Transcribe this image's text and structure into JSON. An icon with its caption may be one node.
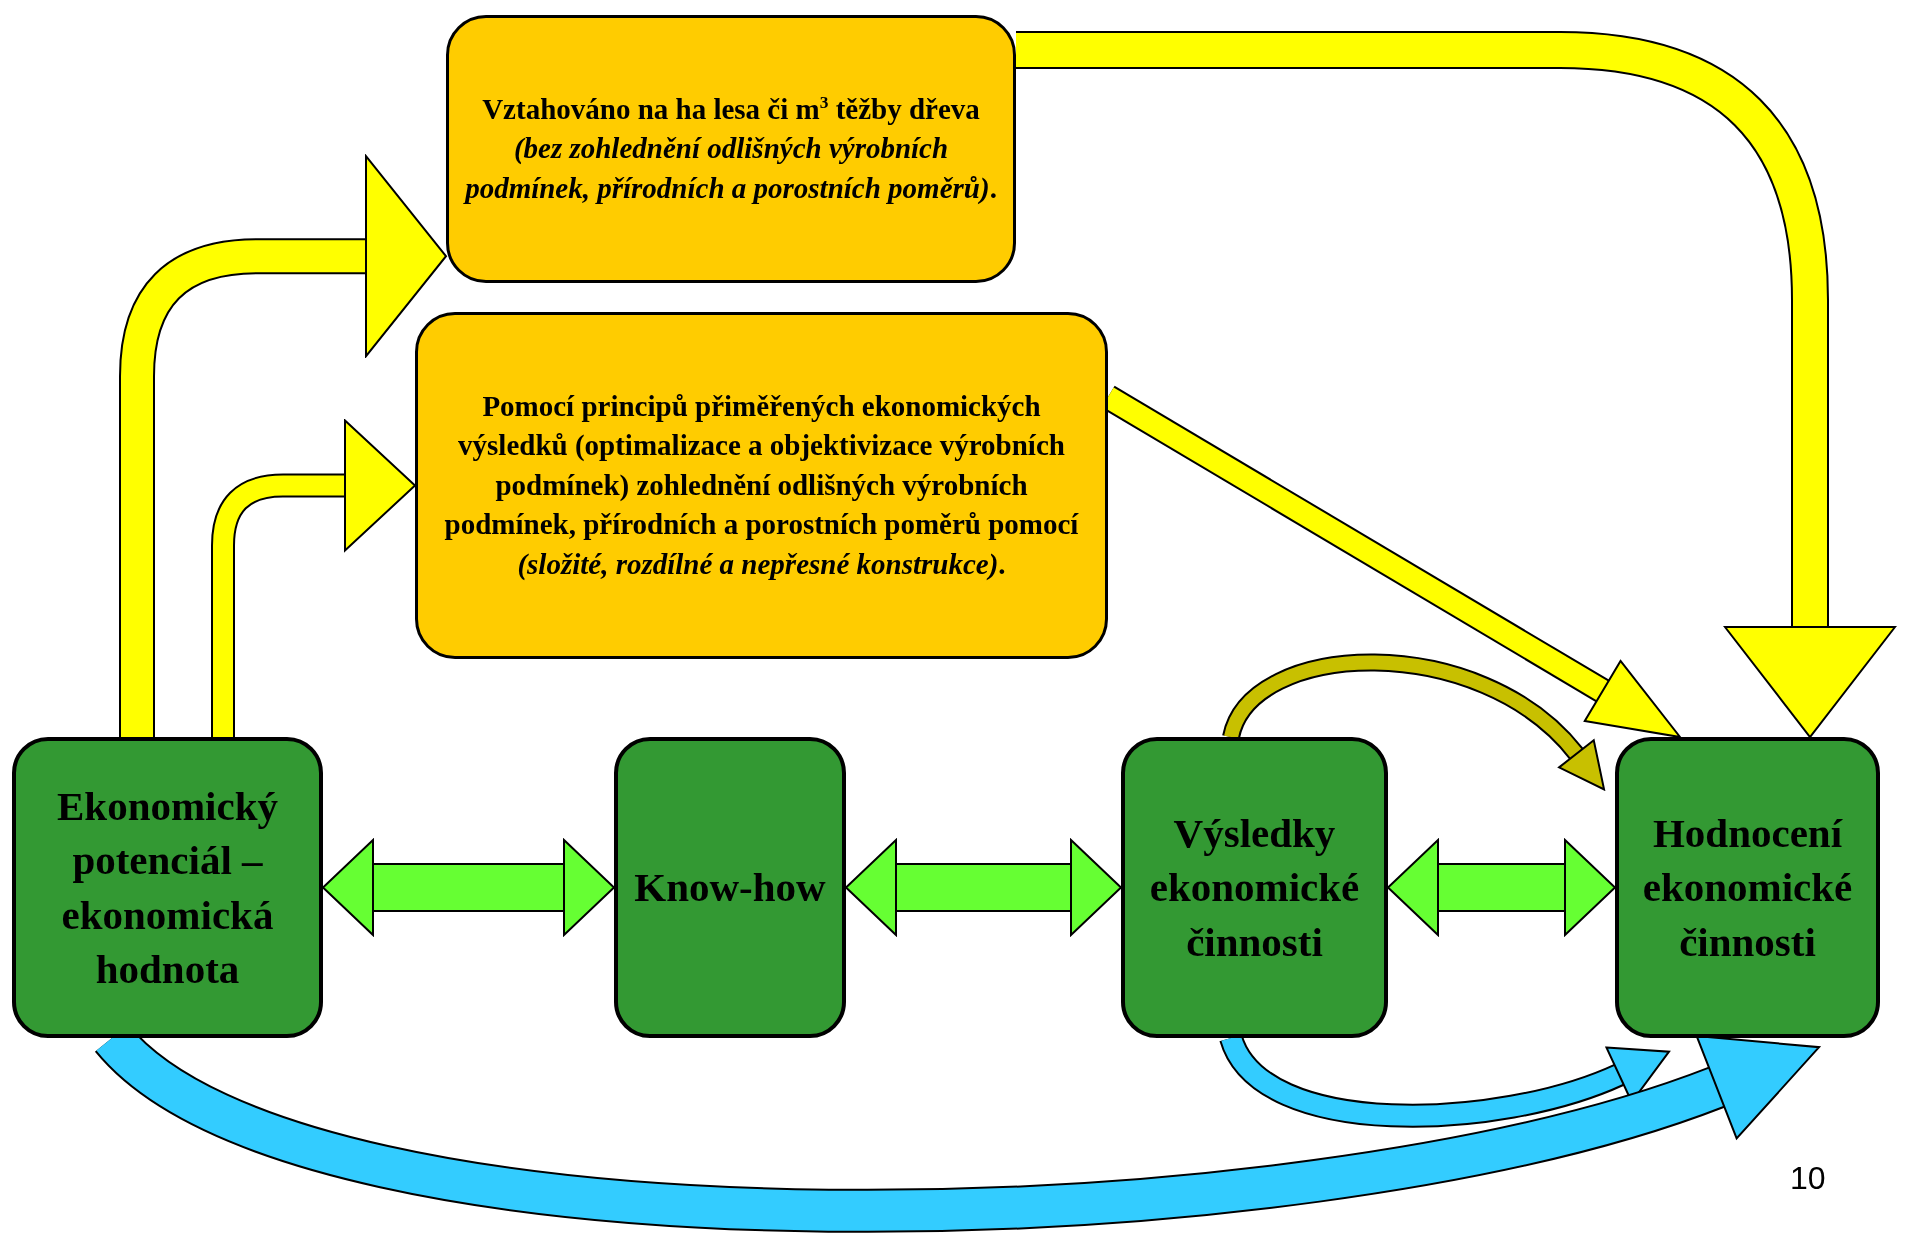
{
  "diagram": {
    "nodes": [
      {
        "text": [
          "Vztahováno na ha lesa či m$^{3}$ těžby dřeva *(bez zohlednění odlišných výrobních podmínek, přírodních a porostních poměrů)*."
        ]
      },
      {
        "text": [
          "Pomocí principů přiměřených ekonomických výsledků (optimalizace a objektivizace výrobních podmínek) zohlednění odlišných výrobních podmínek, přírodních a porostních poměrů pomocí *(složité, rozdílné a nepřesné konstrukce)*."
        ]
      },
      {
        "text": [
          "Ekonomický potenciál – ekonomická hodnota"
        ]
      },
      {
        "text": [
          "Know-how"
        ]
      },
      {
        "text": [
          "Výsledky ekonomické činnosti"
        ]
      },
      {
        "text": [
          "Hodnocení ekonomické činnosti"
        ]
      }
    ],
    "edges": [
      {
        "from": 2,
        "to": 0,
        "arrow": "to"
      },
      {
        "from": 2,
        "to": 1,
        "arrow": "to"
      },
      {
        "from": 0,
        "to": 5,
        "arrow": "to"
      },
      {
        "from": 1,
        "to": 5,
        "arrow": "to"
      },
      {
        "from": 4,
        "to": 5,
        "arrow": "to",
        "color": "#c8c000"
      },
      {
        "from": 2,
        "to": 3,
        "arrow": "both",
        "color": "#66ff33"
      },
      {
        "from": 3,
        "to": 4,
        "arrow": "both",
        "color": "#66ff33"
      },
      {
        "from": 4,
        "to": 5,
        "arrow": "both",
        "color": "#66ff33"
      },
      {
        "from": 4,
        "to": 5,
        "arrow": "to",
        "color": "#33ccff"
      },
      {
        "from": 2,
        "to": 5,
        "arrow": "to",
        "color": "#33ccff"
      }
    ],
    "labels": [
      "10"
    ]
  }
}
